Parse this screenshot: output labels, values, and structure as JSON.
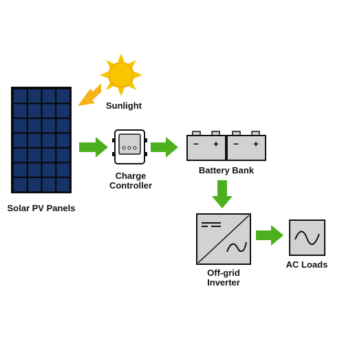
{
  "labels": {
    "sunlight": "Sunlight",
    "solar_panels": "Solar PV Panels",
    "charge_controller_line1": "Charge",
    "charge_controller_line2": "Controller",
    "battery_bank": "Battery Bank",
    "inverter_line1": "Off-grid",
    "inverter_line2": "Inverter",
    "ac_loads": "AC Loads"
  },
  "battery_terminals": {
    "negative": "−",
    "positive": "+"
  },
  "colors": {
    "arrow_green": "#4caf1e",
    "sun_yellow": "#f7c600",
    "sun_arrow": "#f6b21b",
    "panel_cell": "#17346a",
    "panel_frame": "#0b0b0b",
    "device_gray": "#d2d2d2",
    "outline": "#111111"
  },
  "icons": [
    "sun-icon",
    "solar-panel-icon",
    "charge-controller-icon",
    "battery-icon",
    "inverter-icon",
    "ac-load-icon"
  ]
}
